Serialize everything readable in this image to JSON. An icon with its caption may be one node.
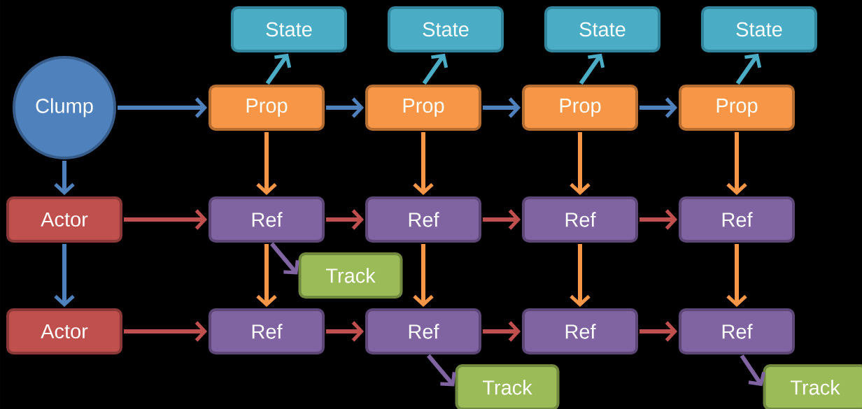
{
  "diagram": {
    "nodes": [
      {
        "text": [
          "State"
        ]
      },
      {
        "text": [
          "State"
        ]
      },
      {
        "text": [
          "State"
        ]
      },
      {
        "text": [
          "State"
        ]
      },
      {
        "text": [
          "Clump"
        ]
      },
      {
        "text": [
          "Prop"
        ]
      },
      {
        "text": [
          "Prop"
        ]
      },
      {
        "text": [
          "Prop"
        ]
      },
      {
        "text": [
          "Prop"
        ]
      },
      {
        "text": [
          "Actor"
        ]
      },
      {
        "text": [
          "Ref"
        ]
      },
      {
        "text": [
          "Ref"
        ]
      },
      {
        "text": [
          "Ref"
        ]
      },
      {
        "text": [
          "Ref"
        ]
      },
      {
        "text": [
          "Track"
        ]
      },
      {
        "text": [
          "Actor"
        ]
      },
      {
        "text": [
          "Ref"
        ]
      },
      {
        "text": [
          "Ref"
        ]
      },
      {
        "text": [
          "Ref"
        ]
      },
      {
        "text": [
          "Ref"
        ]
      },
      {
        "text": [
          "Track"
        ]
      },
      {
        "text": [
          "Track"
        ]
      }
    ],
    "edges": [
      {
        "from": 4,
        "to": 5,
        "arrow": "to",
        "color": "#4f81bd"
      },
      {
        "from": 5,
        "to": 6,
        "arrow": "to",
        "color": "#4f81bd"
      },
      {
        "from": 6,
        "to": 7,
        "arrow": "to",
        "color": "#4f81bd"
      },
      {
        "from": 7,
        "to": 8,
        "arrow": "to",
        "color": "#4f81bd"
      },
      {
        "from": 5,
        "to": 0,
        "arrow": "to",
        "color": "#4bacc6"
      },
      {
        "from": 6,
        "to": 1,
        "arrow": "to",
        "color": "#4bacc6"
      },
      {
        "from": 7,
        "to": 2,
        "arrow": "to",
        "color": "#4bacc6"
      },
      {
        "from": 8,
        "to": 3,
        "arrow": "to",
        "color": "#4bacc6"
      },
      {
        "from": 4,
        "to": 9,
        "arrow": "to",
        "color": "#4f81bd"
      },
      {
        "from": 9,
        "to": 15,
        "arrow": "to",
        "color": "#4f81bd"
      },
      {
        "from": 5,
        "to": 10,
        "arrow": "to",
        "color": "#f79646"
      },
      {
        "from": 6,
        "to": 11,
        "arrow": "to",
        "color": "#f79646"
      },
      {
        "from": 7,
        "to": 12,
        "arrow": "to",
        "color": "#f79646"
      },
      {
        "from": 8,
        "to": 13,
        "arrow": "to",
        "color": "#f79646"
      },
      {
        "from": 9,
        "to": 10,
        "arrow": "to",
        "color": "#c0504d"
      },
      {
        "from": 10,
        "to": 11,
        "arrow": "to",
        "color": "#c0504d"
      },
      {
        "from": 11,
        "to": 12,
        "arrow": "to",
        "color": "#c0504d"
      },
      {
        "from": 12,
        "to": 13,
        "arrow": "to",
        "color": "#c0504d"
      },
      {
        "from": 10,
        "to": 16,
        "arrow": "to",
        "color": "#f79646"
      },
      {
        "from": 11,
        "to": 17,
        "arrow": "to",
        "color": "#f79646"
      },
      {
        "from": 12,
        "to": 18,
        "arrow": "to",
        "color": "#f79646"
      },
      {
        "from": 13,
        "to": 19,
        "arrow": "to",
        "color": "#f79646"
      },
      {
        "from": 15,
        "to": 16,
        "arrow": "to",
        "color": "#c0504d"
      },
      {
        "from": 16,
        "to": 17,
        "arrow": "to",
        "color": "#c0504d"
      },
      {
        "from": 17,
        "to": 18,
        "arrow": "to",
        "color": "#c0504d"
      },
      {
        "from": 18,
        "to": 19,
        "arrow": "to",
        "color": "#c0504d"
      },
      {
        "from": 10,
        "to": 14,
        "arrow": "to",
        "color": "#8064a2"
      },
      {
        "from": 17,
        "to": 20,
        "arrow": "to",
        "color": "#8064a2"
      },
      {
        "from": 19,
        "to": 21,
        "arrow": "to",
        "color": "#8064a2"
      }
    ]
  }
}
